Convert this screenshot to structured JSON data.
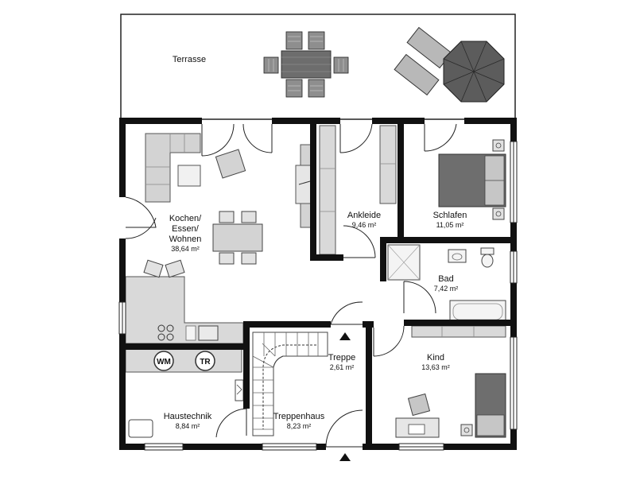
{
  "plan": {
    "terrace": {
      "label": "Terrasse"
    },
    "rooms": [
      {
        "id": "kochen",
        "lines": [
          "Kochen/",
          "Essen/",
          "Wohnen"
        ],
        "area": "38,64 m²"
      },
      {
        "id": "ankleide",
        "lines": [
          "Ankleide"
        ],
        "area": "9,46 m²"
      },
      {
        "id": "schlafen",
        "lines": [
          "Schlafen"
        ],
        "area": "11,05 m²"
      },
      {
        "id": "bad",
        "lines": [
          "Bad"
        ],
        "area": "7,42 m²"
      },
      {
        "id": "treppe",
        "lines": [
          "Treppe"
        ],
        "area": "2,61 m²"
      },
      {
        "id": "kind",
        "lines": [
          "Kind"
        ],
        "area": "13,63 m²"
      },
      {
        "id": "haustechnik",
        "lines": [
          "Haustechnik"
        ],
        "area": "8,84 m²"
      },
      {
        "id": "treppenhaus",
        "lines": [
          "Treppenhaus"
        ],
        "area": "8,23 m²"
      }
    ],
    "appliances": {
      "washer": "WM",
      "dryer": "TR"
    }
  }
}
